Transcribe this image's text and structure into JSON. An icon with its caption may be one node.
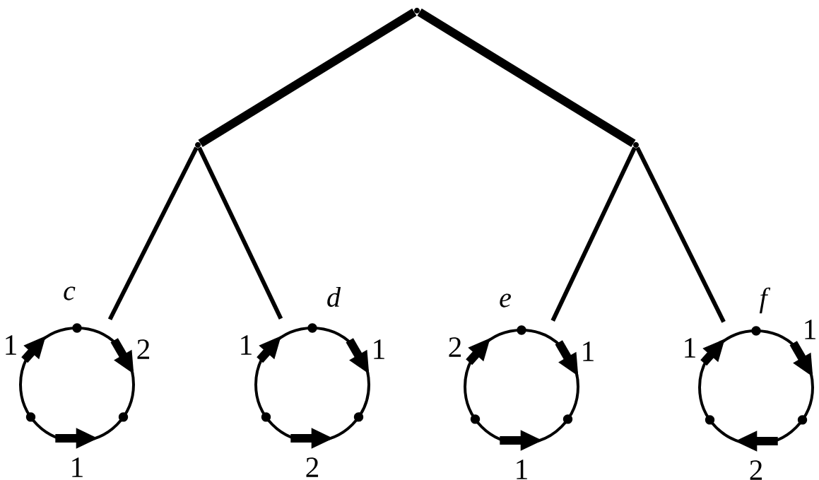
{
  "diagram": {
    "nodes": [
      {
        "text": [],
        "shape": "point"
      },
      {
        "text": [],
        "shape": "point"
      },
      {
        "text": [],
        "shape": "point"
      },
      {
        "text": [
          "c"
        ],
        "beside": [
          "1",
          "2",
          "1"
        ]
      },
      {
        "text": [
          "d"
        ],
        "beside": [
          "1",
          "1",
          "2"
        ]
      },
      {
        "text": [
          "e"
        ],
        "beside": [
          "2",
          "1",
          "1"
        ]
      },
      {
        "text": [
          "f"
        ],
        "beside": [
          "1",
          "1",
          "2"
        ]
      }
    ],
    "edges": [
      {
        "from": 0,
        "to": 1,
        "arrow": "none",
        "style": "thick"
      },
      {
        "from": 0,
        "to": 2,
        "arrow": "none",
        "style": "thick"
      },
      {
        "from": 1,
        "to": 3,
        "arrow": "none"
      },
      {
        "from": 1,
        "to": 4,
        "arrow": "none"
      },
      {
        "from": 2,
        "to": 5,
        "arrow": "none"
      },
      {
        "from": 2,
        "to": 6,
        "arrow": "none"
      }
    ]
  }
}
